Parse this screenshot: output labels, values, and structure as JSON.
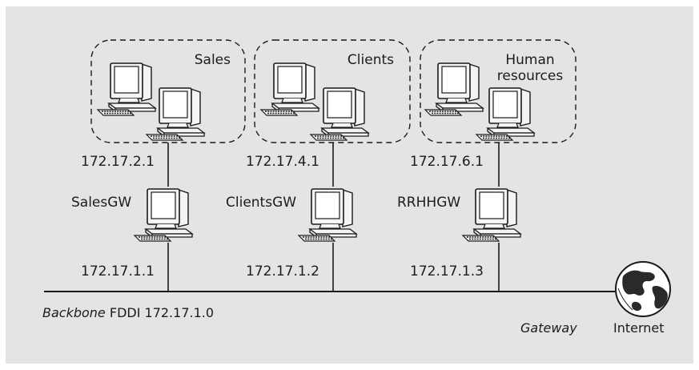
{
  "colors": {
    "background": "#e4e4e4",
    "line": "#1a1a1a",
    "monitor_screen": "#ffffff",
    "computer_body": "#f4f4f4"
  },
  "groups": [
    {
      "label_lines": [
        "Sales"
      ],
      "gateway_lan_ip": "172.17.2.1",
      "gateway_name": "SalesGW",
      "gateway_backbone_ip": "172.17.1.1"
    },
    {
      "label_lines": [
        "Clients"
      ],
      "gateway_lan_ip": "172.17.4.1",
      "gateway_name": "ClientsGW",
      "gateway_backbone_ip": "172.17.1.2"
    },
    {
      "label_lines": [
        "Human",
        "resources"
      ],
      "gateway_lan_ip": "172.17.6.1",
      "gateway_name": "RRHHGW",
      "gateway_backbone_ip": "172.17.1.3"
    }
  ],
  "backbone": {
    "label_italic": "Backbone",
    "label_rest": " FDDI 172.17.1.0"
  },
  "gateway_label": "Gateway",
  "internet_label": "Internet",
  "icons": {
    "computer": "computer-icon",
    "globe": "globe-icon"
  }
}
